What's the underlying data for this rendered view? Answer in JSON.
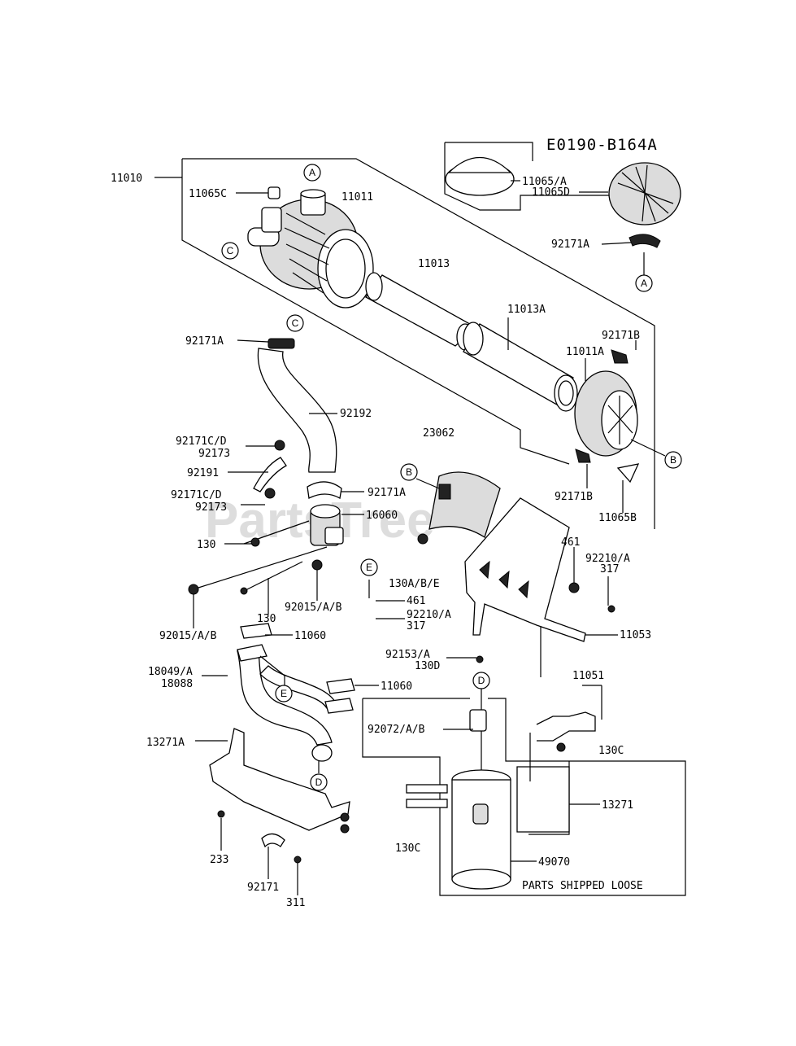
{
  "diagram_code": "E0190-B164A",
  "watermark": "PartsTree",
  "box_note": "PARTS SHIPPED LOOSE",
  "ref_markers": [
    "A",
    "B",
    "C",
    "D",
    "E"
  ],
  "labels": {
    "p11010": "11010",
    "p11065c": "11065C",
    "p11011": "11011",
    "p11065a": "11065/A",
    "p11065d": "11065D",
    "p92171a_top": "92171A",
    "p11013": "11013",
    "p11013a": "11013A",
    "p92171a_hose": "92171A",
    "p92171b_top": "92171B",
    "p11011a": "11011A",
    "p92192": "92192",
    "p23062": "23062",
    "p92171cd_1": "92171C/D",
    "p92173_1": "92173",
    "p92191": "92191",
    "p92171a_mid": "92171A",
    "p92171cd_2": "92171C/D",
    "p92173_2": "92173",
    "p16060": "16060",
    "p92171b_bot": "92171B",
    "p11065b": "11065B",
    "p130_1": "130",
    "p461_right": "461",
    "p92210a_right": "92210/A",
    "p317_right": "317",
    "p130abe": "130A/B/E",
    "p461_left": "461",
    "p92210a_left": "92210/A",
    "p317_left": "317",
    "p92015ab_1": "92015/A/B",
    "p130_2": "130",
    "p92015ab_2": "92015/A/B",
    "p11060_1": "11060",
    "p11053": "11053",
    "p92153a": "92153/A",
    "p130d": "130D",
    "p18049a": "18049/A",
    "p18088": "18088",
    "p11060_2": "11060",
    "p11051": "11051",
    "p92072ab": "92072/A/B",
    "p130c_1": "130C",
    "p13271a": "13271A",
    "p13271": "13271",
    "p130c_2": "130C",
    "p49070": "49070",
    "p233": "233",
    "p92171": "92171",
    "p311": "311"
  }
}
